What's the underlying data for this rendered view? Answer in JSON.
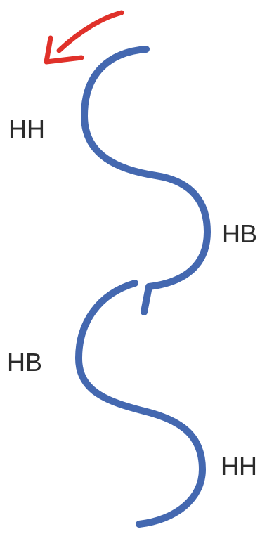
{
  "diagram": {
    "labels": {
      "top_left": "HH",
      "upper_right": "HB",
      "lower_left": "HB",
      "bottom_right": "HH"
    },
    "colors": {
      "strand": "#4468b0",
      "arrow": "#e0312a",
      "text": "#2b2b2b",
      "background": "#ffffff"
    },
    "arrow_direction": "up-left"
  }
}
